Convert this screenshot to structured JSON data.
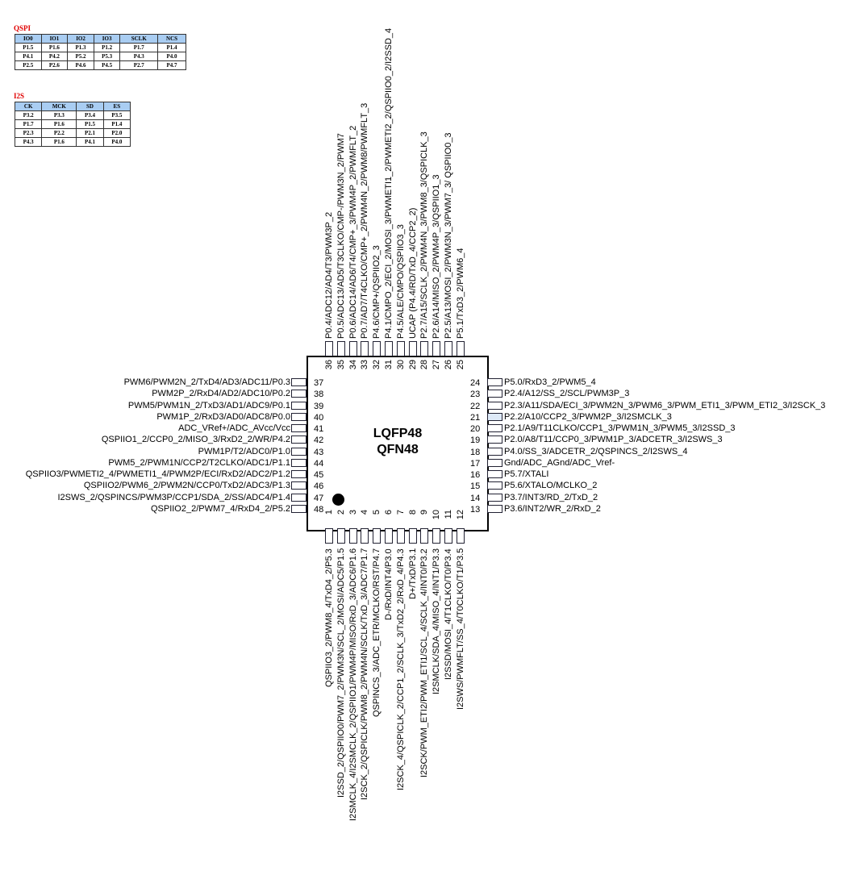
{
  "qspi": {
    "title": "QSPI",
    "headers": [
      "IO0",
      "IO1",
      "IO2",
      "IO3",
      "SCLK",
      "NCS"
    ],
    "rows": [
      [
        "P1.5",
        "P1.6",
        "P1.3",
        "P1.2",
        "P1.7",
        "P1.4"
      ],
      [
        "P4.1",
        "P4.2",
        "P5.2",
        "P5.3",
        "P4.3",
        "P4.0"
      ],
      [
        "P2.5",
        "P2.6",
        "P4.6",
        "P4.5",
        "P2.7",
        "P4.7"
      ]
    ]
  },
  "i2s": {
    "title": "I2S",
    "headers": [
      "CK",
      "MCK",
      "SD",
      "ES"
    ],
    "rows": [
      [
        "P3.2",
        "P3.3",
        "P3.4",
        "P3.5"
      ],
      [
        "P1.7",
        "P1.6",
        "P1.5",
        "P1.4"
      ],
      [
        "P2.3",
        "P2.2",
        "P2.1",
        "P2.0"
      ],
      [
        "P4.3",
        "P1.6",
        "P4.1",
        "P4.0"
      ]
    ]
  },
  "chip": {
    "package_line1": "LQFP48",
    "package_line2": "QFN48"
  },
  "pins": {
    "left": [
      {
        "num": "37",
        "label": "PWM6/PWM2N_2/TxD4/AD3/ADC11/P0.3"
      },
      {
        "num": "38",
        "label": "PWM2P_2/RxD4/AD2/ADC10/P0.2"
      },
      {
        "num": "39",
        "label": "PWM5/PWM1N_2/TxD3/AD1/ADC9/P0.1"
      },
      {
        "num": "40",
        "label": "PWM1P_2/RxD3/AD0/ADC8/P0.0"
      },
      {
        "num": "41",
        "label": "ADC_VRef+/ADC_AVcc/Vcc"
      },
      {
        "num": "42",
        "label": "QSPIIO1_2/CCP0_2/MISO_3/RxD2_2/WR/P4.2"
      },
      {
        "num": "43",
        "label": "PWM1P/T2/ADC0/P1.0"
      },
      {
        "num": "44",
        "label": "PWM5_2/PWM1N/CCP2/T2CLKO/ADC1/P1.1"
      },
      {
        "num": "45",
        "label": "QSPIIO3/PWMETI2_4/PWMETI1_4/PWM2P/ECI/RxD2/ADC2/P1.2"
      },
      {
        "num": "46",
        "label": "QSPIIO2/PWM6_2/PWM2N/CCP0/TxD2/ADC3/P1.3"
      },
      {
        "num": "47",
        "label": "I2SWS_2/QSPINCS/PWM3P/CCP1/SDA_2/SS/ADC4/P1.4"
      },
      {
        "num": "48",
        "label": "QSPIIO2_2/PWM7_4/RxD4_2/P5.2"
      }
    ],
    "right": [
      {
        "num": "24",
        "label": "P5.0/RxD3_2/PWM5_4"
      },
      {
        "num": "23",
        "label": "P2.4/A12/SS_2/SCL/PWM3P_3"
      },
      {
        "num": "22",
        "label": "P2.3/A11/SDA/ECI_3/PWM2N_3/PWM6_3/PWM_ETI1_3/PWM_ETI2_3/I2SCK_3"
      },
      {
        "num": "21",
        "label": "P2.2/A10/CCP2_3/PWM2P_3/I2SMCLK_3"
      },
      {
        "num": "20",
        "label": "P2.1/A9/T11CLKO/CCP1_3/PWM1N_3/PWM5_3/I2SSD_3"
      },
      {
        "num": "19",
        "label": "P2.0/A8/T11/CCP0_3/PWM1P_3/ADCETR_3/I2SWS_3"
      },
      {
        "num": "18",
        "label": "P4.0/SS_3/ADCETR_2/QSPINCS_2/I2SWS_4"
      },
      {
        "num": "17",
        "label": "Gnd/ADC_AGnd/ADC_Vref-"
      },
      {
        "num": "16",
        "label": "P5.7/XTALI"
      },
      {
        "num": "15",
        "label": "P5.6/XTALO/MCLKO_2"
      },
      {
        "num": "14",
        "label": "P3.7/INT3/RD_2/TxD_2"
      },
      {
        "num": "13",
        "label": "P3.6/INT2/WR_2/RxD_2"
      }
    ],
    "top": [
      {
        "num": "36",
        "label": "P0.4/ADC12/AD4/T3/PWM3P_2"
      },
      {
        "num": "35",
        "label": "P0.5/ADC13/AD5/T3CLKO/CMP-/PWM3N_2/PWM7"
      },
      {
        "num": "34",
        "label": "P0.6/ADC14/AD6/T4/CMP+_3/PWM4P_2/PWMFLT_2"
      },
      {
        "num": "33",
        "label": "P0.7/AD7/T4CLKO/CMP+_2/PWM4N_2/PWM8/PWMFLT_3"
      },
      {
        "num": "32",
        "label": "P4.6/CMP+/QSPIIO2_3"
      },
      {
        "num": "31",
        "label": "P4.1/CMPO_2/ECI_2/MOSI_3/PWMETI1_2/PWMETI2_2/QSPIIO0_2/I2SSD_4"
      },
      {
        "num": "30",
        "label": "P4.5/ALE/CMPO/QSPIIO3_3"
      },
      {
        "num": "29",
        "label": "UCAP (P4.4/RD/TxD_4/CCP2_2)"
      },
      {
        "num": "28",
        "label": "P2.7/A15/SCLK_2/PWM4N_3/PWM8_3/QSPICLK_3"
      },
      {
        "num": "27",
        "label": "P2.6/A14/MISO_2/PWM4P_3/QSPIIO1_3"
      },
      {
        "num": "26",
        "label": "P2.5/A13/MOSI_2/PWM3N_3/PWM7_3/ QSPIIO0_3"
      },
      {
        "num": "25",
        "label": "P5.1/TxD3_2/PWM6_4"
      }
    ],
    "bottom": [
      {
        "num": "1",
        "label": "QSPIIO3_2/PWM8_4/TxD4_2/P5.3"
      },
      {
        "num": "2",
        "label": "I2SSD_2/QSPIIO0/PWM7_2/PWM3N/SCL_2/MOSI/ADC5/P1.5"
      },
      {
        "num": "3",
        "label": "I2SMCLK_4/I2SMCLK_2/QSPIIO1/PWM4P/MISO/RxD_3/ADC6/P1.6"
      },
      {
        "num": "4",
        "label": "I2SCK_2/QSPICLK/PWM8_2/PWM4N/SCLK/TxD_3/ADC7/P1.7"
      },
      {
        "num": "5",
        "label": "QSPINCS_3/ADC_ETR/MCLKO/RST/P4.7"
      },
      {
        "num": "6",
        "label": "D-/RxD/INT4/P3.0"
      },
      {
        "num": "7",
        "label": "I2SCK_4/QSPICLK_2/CCP1_2/SCLK_3/TxD2_2/RxD_4/P4.3"
      },
      {
        "num": "8",
        "label": "D+/TxD/P3.1"
      },
      {
        "num": "9",
        "label": "I2SCK/PWM_ETI2/PWM_ETI1/SCL_4/SCLK_4/INT0/P3.2"
      },
      {
        "num": "10",
        "label": "I2SMCLK/SDA_4/MISO_4/INT1/P3.3"
      },
      {
        "num": "11",
        "label": "I2SSD/MOSI_4/T1CLKO/T0/P3.4"
      },
      {
        "num": "12",
        "label": "I2SWS/PWMFLT/SS_4/T0CLKO/T1/P3.5"
      }
    ]
  },
  "colors": {
    "title_red": "#e00000",
    "header_blue": "#a9cdf2"
  }
}
